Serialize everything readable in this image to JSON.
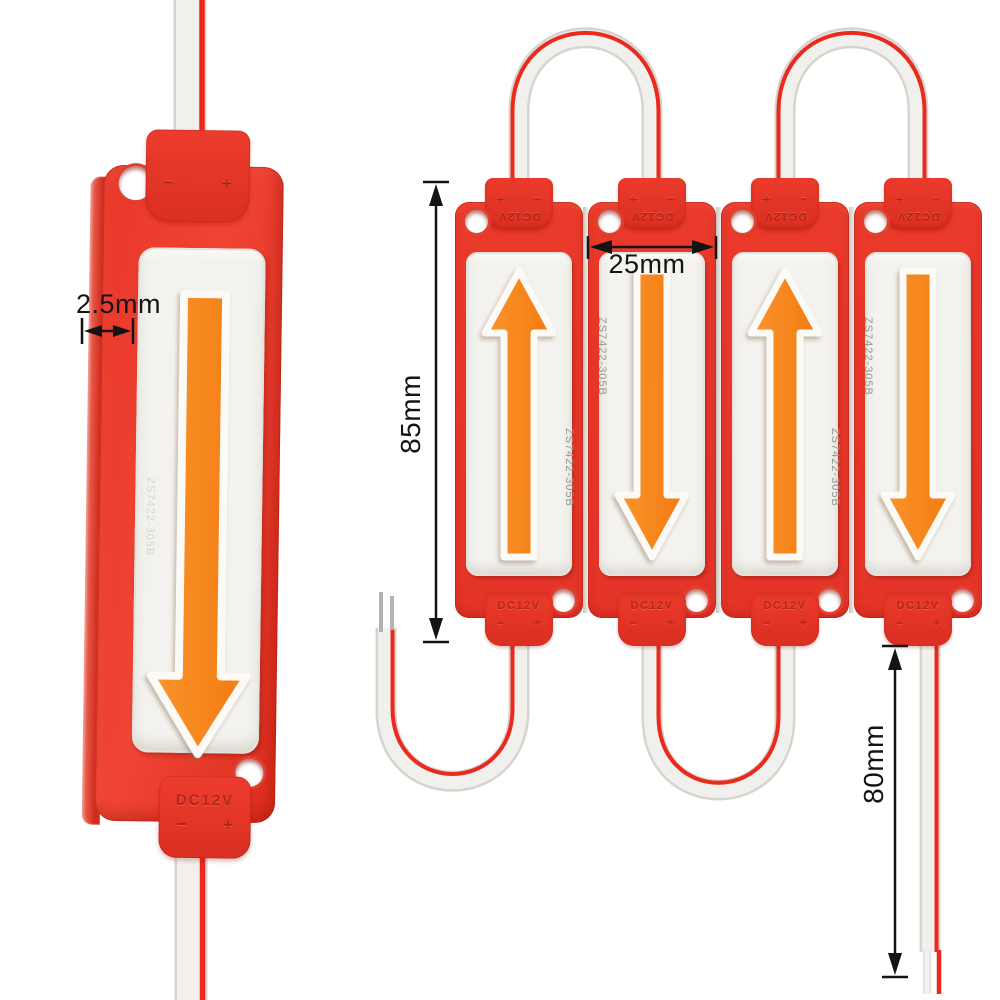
{
  "product": {
    "module_code": "ZS7422-305B",
    "voltage_label": "DC12V",
    "polarity": {
      "minus": "−",
      "plus": "+"
    }
  },
  "dimensions": {
    "edge_thickness": "2.5mm",
    "module_width": "25mm",
    "module_length": "85mm",
    "wire_length": "80mm"
  },
  "left_module": {
    "arrow_direction": "down"
  },
  "chain_modules": [
    {
      "arrow_direction": "up",
      "code": "ZS7422-305B"
    },
    {
      "arrow_direction": "down",
      "code": "ZS7422-305B"
    },
    {
      "arrow_direction": "up",
      "code": "ZS7422-305B"
    },
    {
      "arrow_direction": "down",
      "code": "ZS7422-305B"
    }
  ],
  "colors": {
    "body_red": "#ea392b",
    "connector_red": "#e23125",
    "arrow_orange": "#f6871d",
    "panel_white": "#f3f1ed",
    "wire_white": "#f2f0ed",
    "wire_stripe_red": "#ea2a1d",
    "dimension_ink": "#141414",
    "code_gray": "#96948f",
    "background": "#ffffff"
  }
}
